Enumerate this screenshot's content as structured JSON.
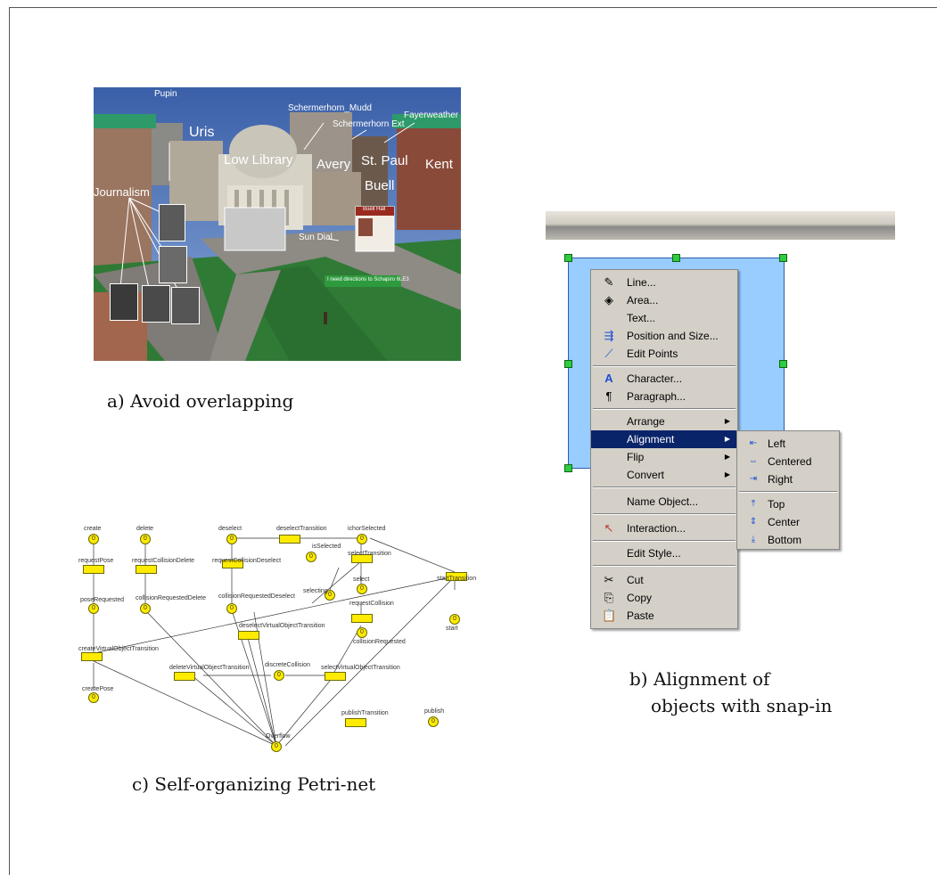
{
  "captions": {
    "a": "a) Avoid overlapping",
    "b_line1": "b) Alignment of",
    "b_line2": "objects with snap-in",
    "c": "c) Self-organizing Petri-net"
  },
  "campus": {
    "labels": {
      "pupin": "Pupin",
      "uris": "Uris",
      "schermerhorn_mudd": "Schermerhorn_Mudd",
      "schermerhorn_ext": "Schermerhorn Ext",
      "fayerweather": "Fayerweather",
      "low_library": "Low Library",
      "avery": "Avery",
      "st_paul": "St. Paul",
      "kent": "Kent",
      "buell": "Buell",
      "journalism": "Journalism",
      "sun_dial": "Sun Dial",
      "buell_hall_card": "Buell Hall",
      "speech": "I need directions to Schapiro 6LE3"
    }
  },
  "menu": {
    "items": [
      {
        "label": "Line...",
        "icon": "pen-icon"
      },
      {
        "label": "Area...",
        "icon": "paint-bucket-icon"
      },
      {
        "label": "Text...",
        "icon": ""
      },
      {
        "label": "Position and Size...",
        "icon": "position-size-icon"
      },
      {
        "label": "Edit Points",
        "icon": "edit-points-icon"
      },
      {
        "label": "Character...",
        "icon": "character-icon"
      },
      {
        "label": "Paragraph...",
        "icon": "paragraph-icon"
      },
      {
        "label": "Arrange",
        "icon": ""
      },
      {
        "label": "Alignment",
        "icon": ""
      },
      {
        "label": "Flip",
        "icon": ""
      },
      {
        "label": "Convert",
        "icon": ""
      },
      {
        "label": "Name Object...",
        "icon": ""
      },
      {
        "label": "Interaction...",
        "icon": "interaction-icon"
      },
      {
        "label": "Edit Style...",
        "icon": ""
      },
      {
        "label": "Cut",
        "icon": "scissors-icon"
      },
      {
        "label": "Copy",
        "icon": "copy-icon"
      },
      {
        "label": "Paste",
        "icon": "paste-icon"
      }
    ],
    "submenu": [
      {
        "label": "Left",
        "icon": "align-left-icon"
      },
      {
        "label": "Centered",
        "icon": "align-centered-icon"
      },
      {
        "label": "Right",
        "icon": "align-right-icon"
      },
      {
        "label": "Top",
        "icon": "align-top-icon"
      },
      {
        "label": "Center",
        "icon": "align-center-icon"
      },
      {
        "label": "Bottom",
        "icon": "align-bottom-icon"
      }
    ],
    "selection_color": "#0a246a",
    "object_fill": "#99ccff"
  },
  "petri": {
    "labels": {
      "create": "create",
      "delete": "delete",
      "deselect": "deselect",
      "deselect_transition": "deselectTransition",
      "is_selected": "isSelected",
      "ichor_selected": "ichorSelected",
      "request_pose": "requestPose",
      "request_collision_delete": "requestCollisionDelete",
      "request_collision_deselect": "requestCollisionDeselect",
      "select_transition": "selectTransition",
      "select": "select",
      "start_transition": "startTransition",
      "pose_requested": "poseRequested",
      "collision_requested_delete": "collisionRequestedDelete",
      "collision_requested_deselect": "collisionRequestedDeselect",
      "selecting": "selecting",
      "request_collision": "requestCollision",
      "start": "start",
      "deselect_virtual": "deselectVirtualObjectTransition",
      "collision_requested": "collisionRequested",
      "create_virtual": "createVirtualObjectTransition",
      "delete_virtual": "deleteVirtualObjectTransition",
      "discrete_collision": "discreteCollision",
      "select_virtual": "selectVirtualObjectTransition",
      "create_pose": "createPose",
      "overflow": "Overflow",
      "publish_transition": "publishTransition",
      "publish": "publish"
    },
    "token": "0"
  }
}
